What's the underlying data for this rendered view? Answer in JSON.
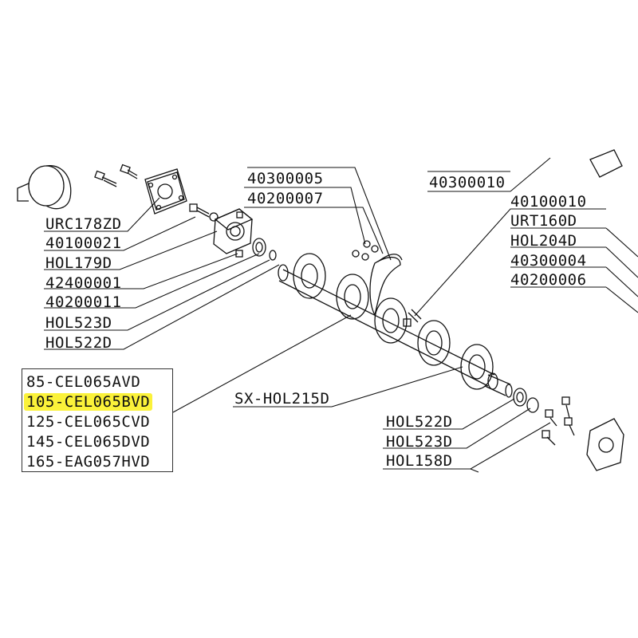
{
  "diagram": {
    "labels_left": [
      "URC178ZD",
      "40100021",
      "HOL179D",
      "42400001",
      "40200011",
      "HOL523D",
      "HOL522D"
    ],
    "labels_top_center": [
      "40300005",
      "40200007"
    ],
    "labels_top_right": [
      "40300010"
    ],
    "labels_right": [
      "40100010",
      "URT160D",
      "HOL204D",
      "40300004",
      "40200006"
    ],
    "label_shaft": "SX-HOL215D",
    "labels_bottom_right": [
      "HOL522D",
      "HOL523D",
      "HOL158D"
    ],
    "variants": [
      "85-CEL065AVD",
      "105-CEL065BVD",
      "125-CEL065CVD",
      "145-CEL065DVD",
      "165-EAG057HVD"
    ],
    "highlighted_variant": "105-CEL065BVD",
    "highlight_color": "#fbf23a"
  }
}
